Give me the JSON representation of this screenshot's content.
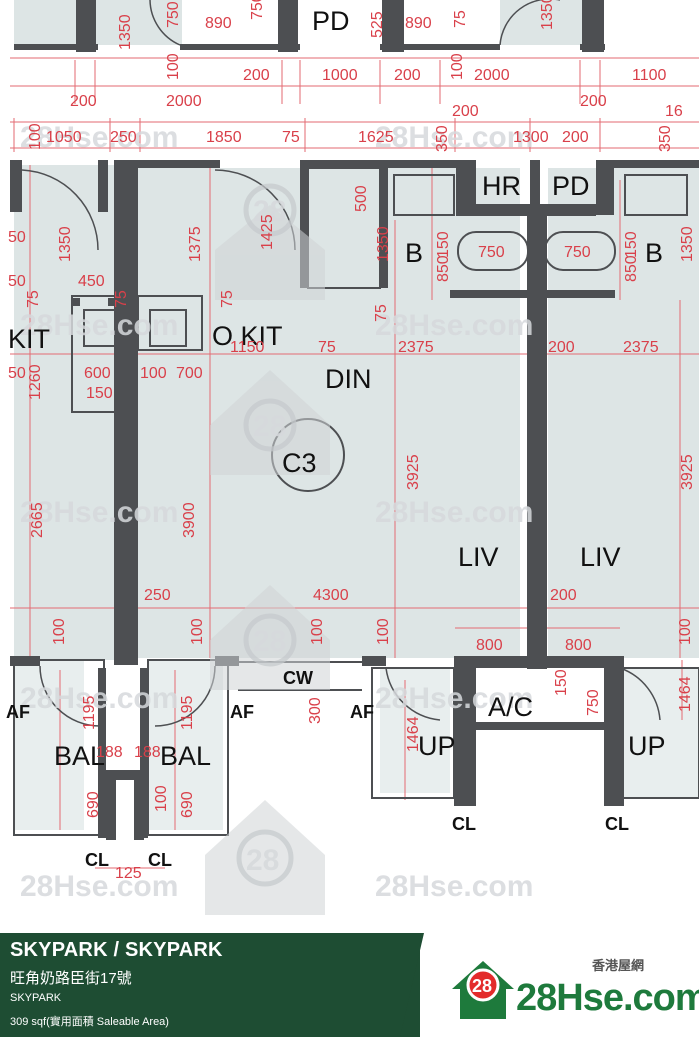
{
  "floorplan": {
    "unit_label": "C3",
    "rooms": {
      "kit_left": "KIT",
      "o_kit": "O KIT",
      "din": "DIN",
      "liv_left": "LIV",
      "liv_right": "LIV",
      "bath_left": "B",
      "bath_right": "B",
      "hr": "HR",
      "pd_top": "PD",
      "pd_upper": "PD",
      "ac": "A/C",
      "up_left": "UP",
      "up_right": "UP",
      "bal_left": "BAL",
      "bal_right": "BAL",
      "cw": "CW",
      "af_1": "AF",
      "af_2": "AF",
      "af_3": "AF",
      "cl_1": "CL",
      "cl_2": "CL",
      "cl_3": "CL",
      "cl_4": "CL"
    },
    "dims": {
      "t_1350": "1350",
      "t_750": "750",
      "t_890a": "890",
      "t_750b": "750",
      "t_525": "525",
      "t_890b": "890",
      "t_75": "75",
      "t_1350b": "1350",
      "t_100a": "100",
      "t_200a": "200",
      "t_1000": "1000",
      "t_200b": "200",
      "t_100b": "100",
      "t_2000a": "2000",
      "t_1100": "1100",
      "t_200c": "200",
      "t_2000b": "2000",
      "t_200d": "200",
      "t_200e": "200",
      "t_16": "16",
      "r_100": "100",
      "r_1050": "1050",
      "r_250": "250",
      "r_1850": "1850",
      "r_75": "75",
      "r_1625": "1625",
      "r_350a": "350",
      "r_1300": "1300",
      "r_200": "200",
      "r_350b": "350",
      "v_50a": "50",
      "v_1350a": "1350",
      "v_1375": "1375",
      "v_1425": "1425",
      "v_500": "500",
      "v_1350b": "1350",
      "v_150a": "150",
      "v_150b": "150",
      "v_1350c": "1350",
      "v_50b": "50",
      "v_450": "450",
      "v_75a": "75",
      "v_75b": "75",
      "v_75c": "75",
      "v_75d": "75",
      "v_850a": "850",
      "v_850b": "850",
      "v_750a": "750",
      "v_750b": "750",
      "h_1150": "1150",
      "h_75": "75",
      "h_2375a": "2375",
      "h_200": "200",
      "h_2375b": "2375",
      "v_50c": "50",
      "v_1260": "1260",
      "h_600": "600",
      "h_100": "100",
      "h_700": "700",
      "h_150": "150",
      "v_2665": "2665",
      "v_3900": "3900",
      "v_3925a": "3925",
      "v_3925b": "3925",
      "h_250": "250",
      "h_4300": "4300",
      "h_200b": "200",
      "v_100a": "100",
      "v_100b": "100",
      "v_100c": "100",
      "v_100d": "100",
      "v_100e": "100",
      "h_800a": "800",
      "h_800b": "800",
      "v_1195a": "1195",
      "v_1195b": "1195",
      "v_300": "300",
      "v_1464a": "1464",
      "v_150c": "150",
      "v_750c": "750",
      "v_1464b": "1464",
      "h_188a": "188",
      "h_188b": "188",
      "v_690a": "690",
      "v_100f": "100",
      "v_690b": "690",
      "h_125": "125"
    },
    "watermark": "28Hse.com",
    "badge": "28"
  },
  "footer": {
    "title": "SKYPARK / SKYPARK",
    "address": "旺角奶路臣街17號",
    "estate": "SKYPARK",
    "area": "309 sqf(實用面積 Saleable Area)",
    "logo_cn": "香港屋網",
    "logo_text": "28Hse.com",
    "logo_badge": "28"
  },
  "colors": {
    "room_fill": "#dde5e5",
    "wall": "#4d4f52",
    "dimension": "#d9404a",
    "footer_green": "#1e4d33",
    "logo_green": "#1e7a3c"
  }
}
